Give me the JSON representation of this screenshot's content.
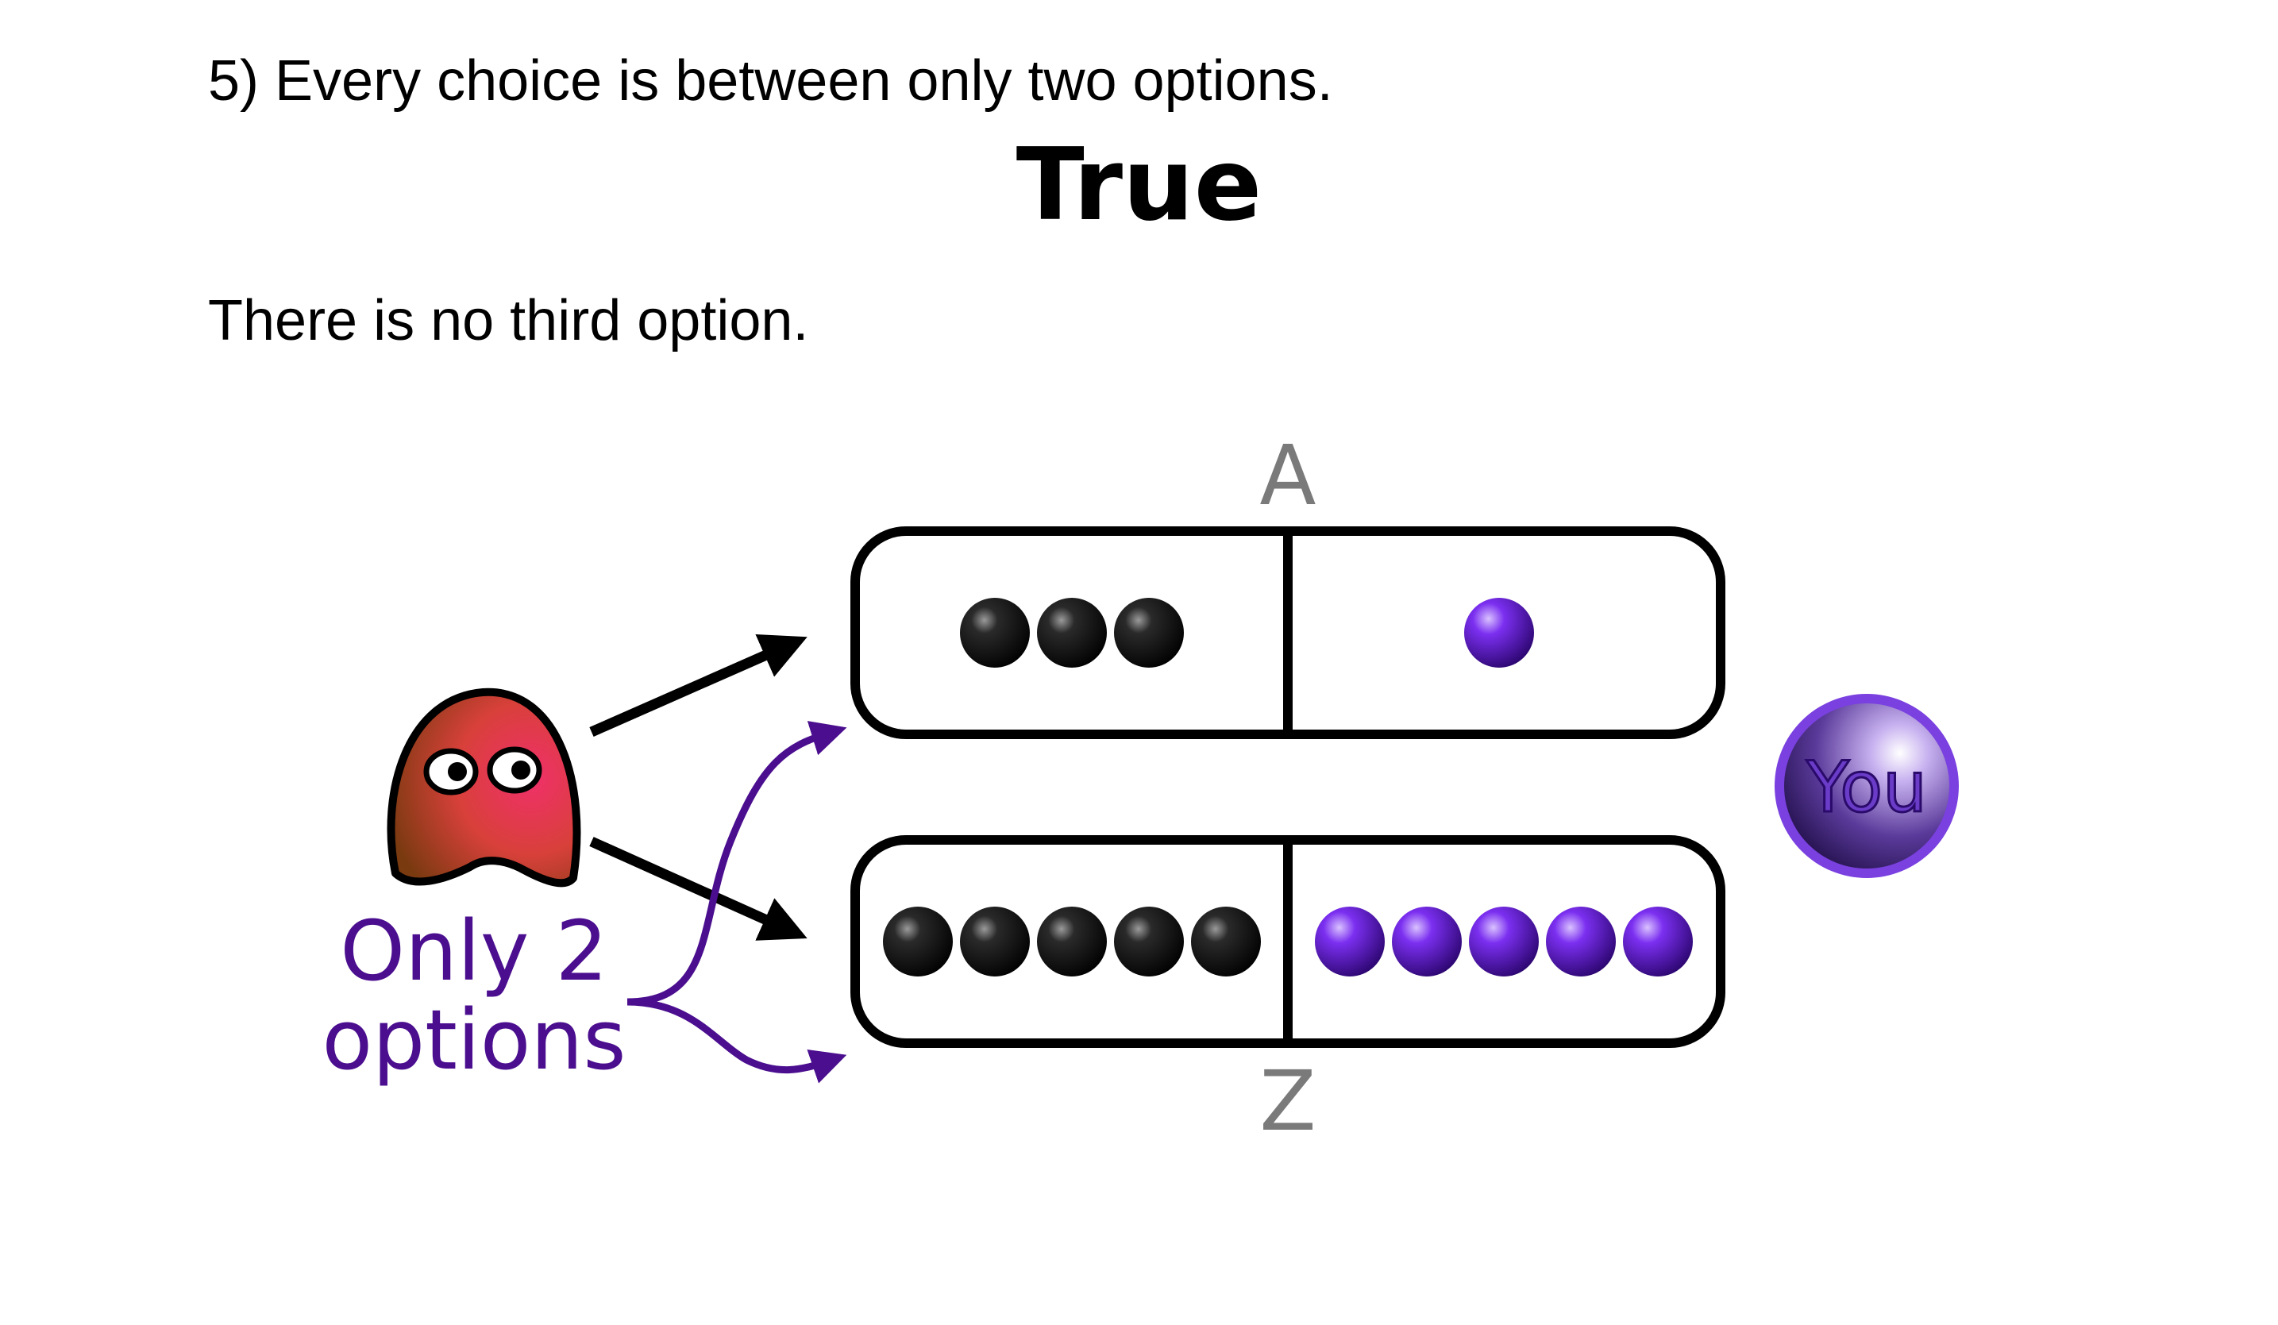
{
  "question": "5) Every choice is between only two options.",
  "answer": "True",
  "explanation": "There is no third option.",
  "diagram": {
    "options": [
      {
        "label": "A",
        "left_black_balls": 3,
        "right_purple_balls": 1
      },
      {
        "label": "Z",
        "left_black_balls": 5,
        "right_purple_balls": 5
      }
    ],
    "annotation_line1": "Only 2",
    "annotation_line2": "options",
    "you_label": "You",
    "colors": {
      "purple": "#4a0e8f",
      "ball_purple": "#6a1bd6",
      "label_gray": "#7a7a7a",
      "creature": "#d8403a"
    },
    "icons": {
      "chooser": "creature-icon",
      "you": "you-ball-icon"
    }
  }
}
